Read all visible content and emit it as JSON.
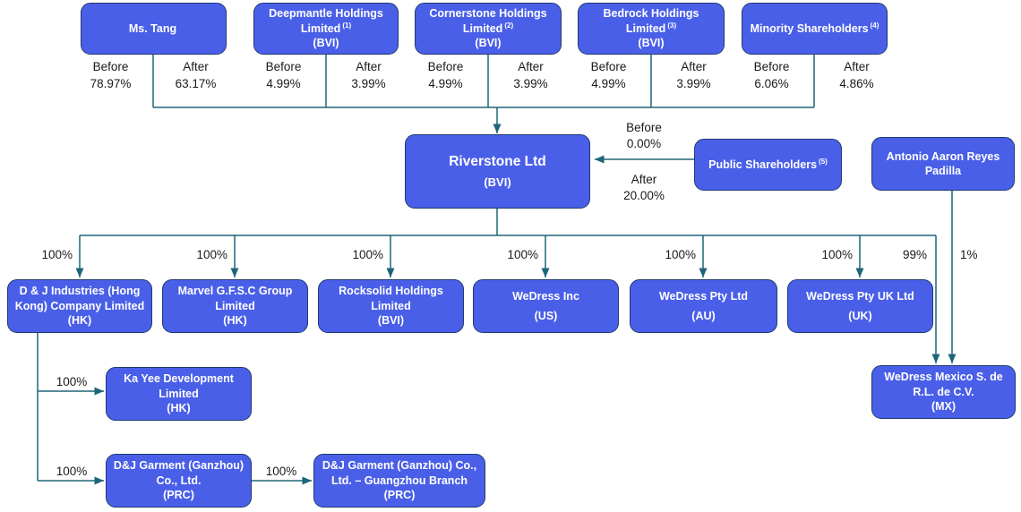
{
  "colors": {
    "box-fill": "#4A5FE8",
    "box-border": "#1F3A70",
    "connector": "#1E6578",
    "text": "#1A1A1A"
  },
  "shared": {
    "before": "Before",
    "after": "After"
  },
  "top_shareholders": [
    {
      "name": "Ms. Tang",
      "sup": "",
      "loc": "",
      "before": "78.97%",
      "after": "63.17%"
    },
    {
      "name": "Deepmantle Holdings Limited",
      "sup": "(1)",
      "loc": "(BVI)",
      "before": "4.99%",
      "after": "3.99%"
    },
    {
      "name": "Cornerstone Holdings Limited",
      "sup": "(2)",
      "loc": "(BVI)",
      "before": "4.99%",
      "after": "3.99%"
    },
    {
      "name": "Bedrock Holdings Limited",
      "sup": "(3)",
      "loc": "(BVI)",
      "before": "4.99%",
      "after": "3.99%"
    },
    {
      "name": "Minority Shareholders",
      "sup": "(4)",
      "loc": "",
      "before": "6.06%",
      "after": "4.86%"
    }
  ],
  "riverstone": {
    "name": "Riverstone Ltd",
    "loc": "(BVI)"
  },
  "public_shareholders": {
    "name": "Public Shareholders",
    "sup": "(5)",
    "before_label": "Before",
    "before": "0.00%",
    "after_label": "After",
    "after": "20.00%"
  },
  "antonio": {
    "name": "Antonio Aaron Reyes Padilla",
    "pct": "1%"
  },
  "subsidiaries": [
    {
      "name": "D & J Industries (Hong Kong) Company Limited",
      "loc": "(HK)",
      "pct": "100%"
    },
    {
      "name": "Marvel G.F.S.C Group Limited",
      "loc": "(HK)",
      "pct": "100%"
    },
    {
      "name": "Rocksolid Holdings Limited",
      "loc": "(BVI)",
      "pct": "100%"
    },
    {
      "name": "WeDress Inc",
      "loc": "(US)",
      "pct": "100%"
    },
    {
      "name": "WeDress Pty Ltd",
      "loc": "(AU)",
      "pct": "100%"
    },
    {
      "name": "WeDress Pty UK Ltd",
      "loc": "(UK)",
      "pct": "100%"
    }
  ],
  "mexico": {
    "name": "WeDress Mexico S. de R.L. de C.V.",
    "loc": "(MX)",
    "pct_from_riverstone": "99%"
  },
  "dj_children": [
    {
      "name": "Ka Yee Development Limited",
      "loc": "(HK)",
      "pct": "100%"
    },
    {
      "name": "D&J Garment (Ganzhou) Co., Ltd.",
      "loc": "(PRC)",
      "pct": "100%"
    }
  ],
  "guangzhou_branch": {
    "name": "D&J Garment (Ganzhou) Co., Ltd. – Guangzhou Branch",
    "loc": "(PRC)",
    "pct": "100%"
  }
}
